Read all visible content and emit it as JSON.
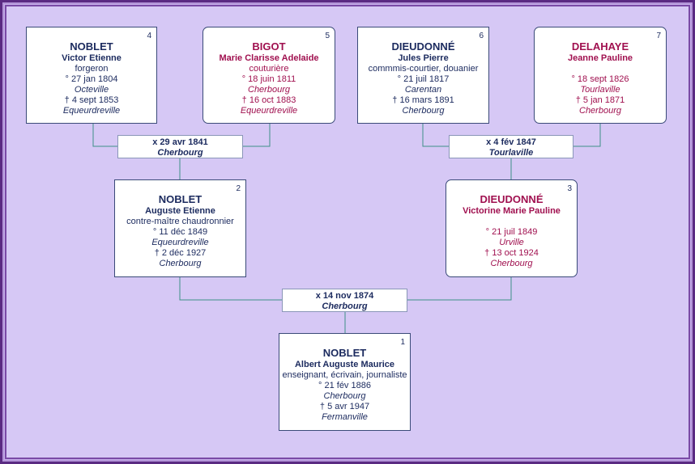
{
  "persons": [
    {
      "num": "4",
      "surname": "NOBLET",
      "given": "Victor Etienne",
      "occupation": "forgeron",
      "birth": "° 27 jan 1804",
      "birth_place": "Octeville",
      "death": "† 4 sept 1853",
      "death_place": "Equeurdreville",
      "sex": "m"
    },
    {
      "num": "5",
      "surname": "BIGOT",
      "given": "Marie Clarisse  Adelaide",
      "occupation": "couturière",
      "birth": "° 18 juin 1811",
      "birth_place": "Cherbourg",
      "death": "† 16 oct 1883",
      "death_place": "Equeurdreville",
      "sex": "f"
    },
    {
      "num": "6",
      "surname": "DIEUDONNÉ",
      "given": "Jules Pierre",
      "occupation": "commmis-courtier, douanier",
      "birth": "° 21 juil 1817",
      "birth_place": "Carentan",
      "death": "† 16 mars 1891",
      "death_place": "Cherbourg",
      "sex": "m"
    },
    {
      "num": "7",
      "surname": "DELAHAYE",
      "given": "Jeanne Pauline",
      "occupation": "",
      "birth": "° 18 sept 1826",
      "birth_place": "Tourlaville",
      "death": "† 5 jan 1871",
      "death_place": "Cherbourg",
      "sex": "f"
    },
    {
      "num": "2",
      "surname": "NOBLET",
      "given": "Auguste Etienne",
      "occupation": "contre-maître chaudronnier",
      "birth": "° 11 déc 1849",
      "birth_place": "Equeurdreville",
      "death": "† 2 déc 1927",
      "death_place": "Cherbourg",
      "sex": "m"
    },
    {
      "num": "3",
      "surname": "DIEUDONNÉ",
      "given": "Victorine Marie Pauline",
      "occupation": "",
      "birth": "° 21 juil 1849",
      "birth_place": "Urville",
      "death": "† 13 oct 1924",
      "death_place": "Cherbourg",
      "sex": "f"
    },
    {
      "num": "1",
      "surname": "NOBLET",
      "given": "Albert Auguste Maurice",
      "occupation": "enseignant, écrivain, journaliste",
      "birth": "° 21 fév 1886",
      "birth_place": "Cherbourg",
      "death": "† 5 avr 1947",
      "death_place": "Fermanville",
      "sex": "m"
    }
  ],
  "marriages": [
    {
      "date": "x 29 avr 1841",
      "place": "Cherbourg"
    },
    {
      "date": "x 4 fév 1847",
      "place": "Tourlaville"
    },
    {
      "date": "x 14 nov 1874",
      "place": "Cherbourg"
    }
  ],
  "colors": {
    "male_text": "#1b2a5e",
    "female_text": "#a0104f",
    "background": "#d6c8f5",
    "line": "#3f8f86"
  }
}
